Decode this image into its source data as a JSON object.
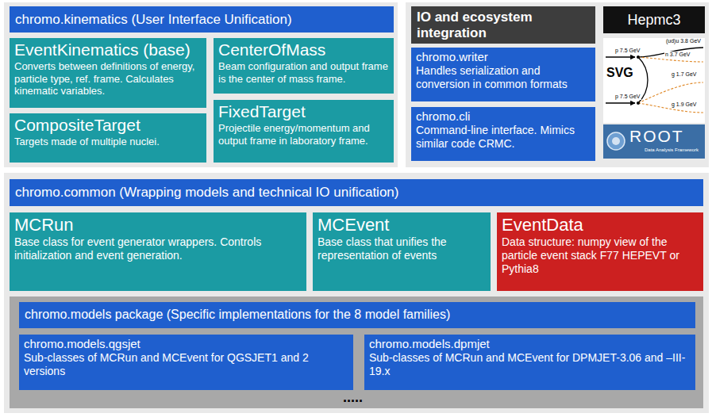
{
  "diagram": {
    "nodes": [
      {
        "text": [
          "chromo.kinematics (User Interface Unification)"
        ]
      },
      {
        "text": [
          "EventKinematics (base)",
          "Converts between definitions of energy, particle type, ref. frame. Calculates kinematic variables."
        ],
        "in": 0
      },
      {
        "text": [
          "CenterOfMass",
          "Beam configuration and output frame is the center of mass frame."
        ],
        "in": 0
      },
      {
        "text": [
          "CompositeTarget",
          "Targets made of multiple nuclei."
        ],
        "in": 0
      },
      {
        "text": [
          "FixedTarget",
          "Projectile energy/momentum and output frame in laboratory frame."
        ],
        "in": 0
      },
      {
        "text": [
          "IO and ecosystem integration"
        ]
      },
      {
        "text": [
          "chromo.writer",
          "Handles serialization and conversion in common formats"
        ],
        "in": 5
      },
      {
        "text": [
          "chromo.cli",
          "Command-line interface. Mimics similar code CRMC."
        ],
        "in": 5
      },
      {
        "text": [
          "Hepmc3"
        ],
        "in": 5
      },
      {
        "text": [
          "chromo.common (Wrapping models and technical IO unification)"
        ]
      },
      {
        "text": [
          "MCRun",
          "Base class for event generator wrappers. Controls initialization and event generation."
        ],
        "in": 9
      },
      {
        "text": [
          "MCEvent",
          "Base class that unifies the representation of events"
        ],
        "in": 9
      },
      {
        "text": [
          "EventData",
          "Data structure: numpy view of the particle event stack F77 HEPEVT or Pythia8"
        ],
        "in": 9
      },
      {
        "text": [
          "chromo.models package (Specific implementations for the 8 model families)"
        ],
        "in": 9
      },
      {
        "text": [
          "chromo.models.qgsjet",
          "Sub-classes of MCRun and MCEvent for QGSJET1 and 2 versions"
        ],
        "in": 13
      },
      {
        "text": [
          "chromo.models.dpmjet",
          "Sub-classes of MCRun and MCEvent for DPMJET-3.06 and –III-19.x"
        ],
        "in": 13
      }
    ],
    "labels": [
      "SVG",
      "p 7.5 GeV",
      "(ud)u 3.8 GeV",
      "n 3.7 GeV",
      "p 7.5 GeV",
      "g 1.7 GeV",
      "g 1.9 GeV",
      "ROOT",
      "Data Analysis Framework",
      "....."
    ]
  }
}
